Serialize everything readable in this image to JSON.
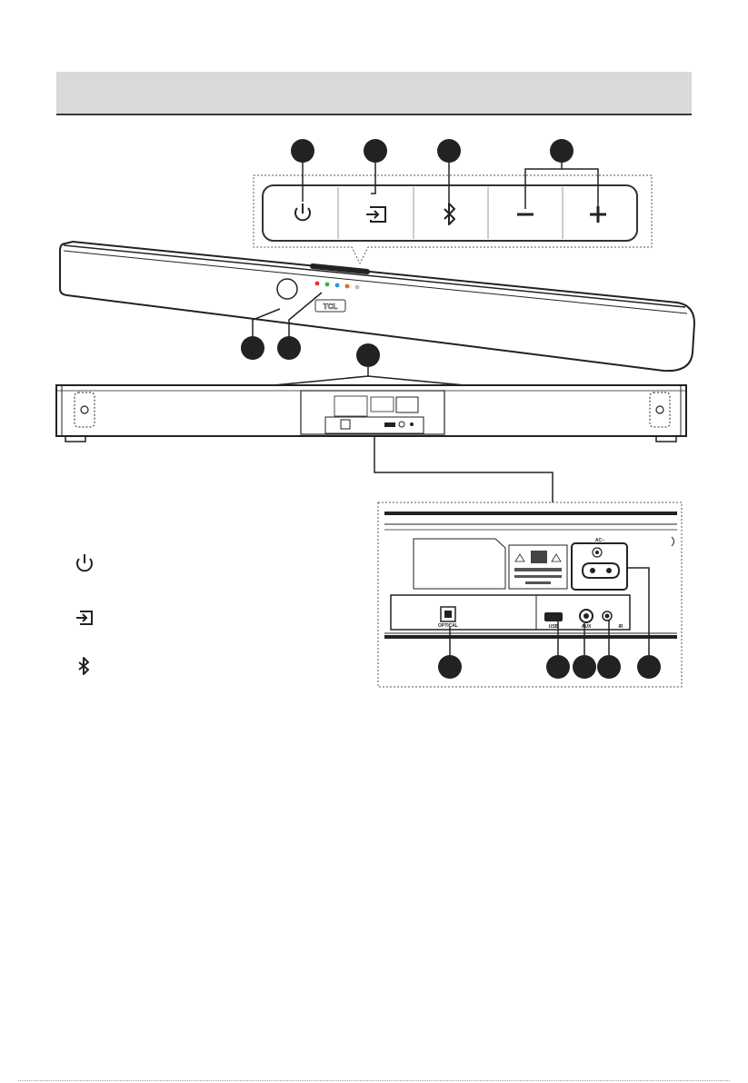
{
  "panel_labels": {
    "ac": "AC~",
    "optical": "OPTICAL",
    "usb": "USB",
    "aux": "AUX",
    "ir": "IR"
  },
  "brand": "TCL",
  "legend": [
    {
      "icon": "power-icon",
      "label": ""
    },
    {
      "icon": "source-input-icon",
      "label": ""
    },
    {
      "icon": "bluetooth-icon",
      "label": ""
    }
  ],
  "colors": {
    "header_band": "#d9d9d9",
    "callout": "#222222",
    "indicator_red": "#e8322e",
    "indicator_green": "#2fb34a",
    "indicator_blue": "#2f8fe0",
    "indicator_orange": "#f0642a",
    "indicator_gray": "#bdbdbd"
  }
}
